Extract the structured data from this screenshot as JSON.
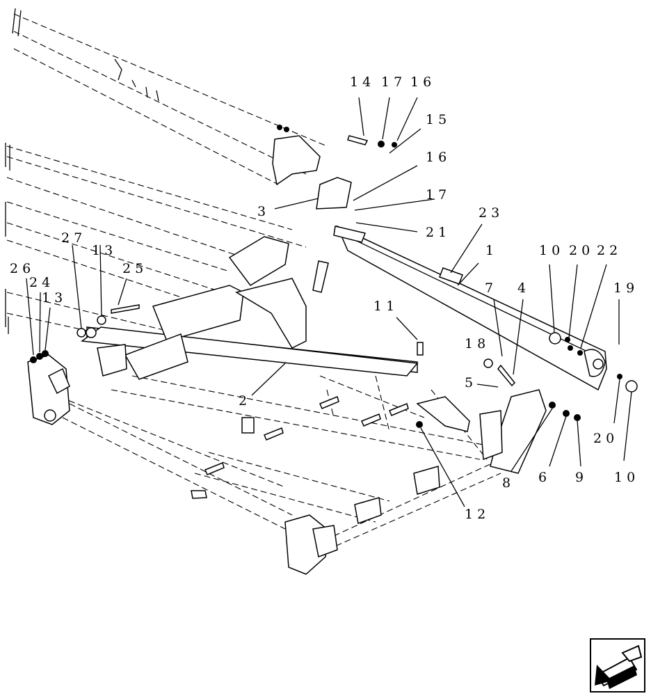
{
  "callouts": {
    "c14": "14",
    "c17a": "17",
    "c16a": "16",
    "c15": "15",
    "c16b": "16",
    "c17b": "17",
    "c21": "21",
    "c3": "3",
    "c23": "23",
    "c1": "1",
    "c10a": "10",
    "c20a": "20",
    "c22": "22",
    "c27": "27",
    "c13a": "13",
    "c25": "25",
    "c26": "26",
    "c24": "24",
    "c13b": "13",
    "c7": "7",
    "c4": "4",
    "c19": "19",
    "c11": "11",
    "c18": "18",
    "c5": "5",
    "c2": "2",
    "c20b": "20",
    "c10b": "10",
    "c8": "8",
    "c6": "6",
    "c9": "9",
    "c12": "12"
  },
  "nav": {
    "icon": "arrow-left-down-icon"
  }
}
